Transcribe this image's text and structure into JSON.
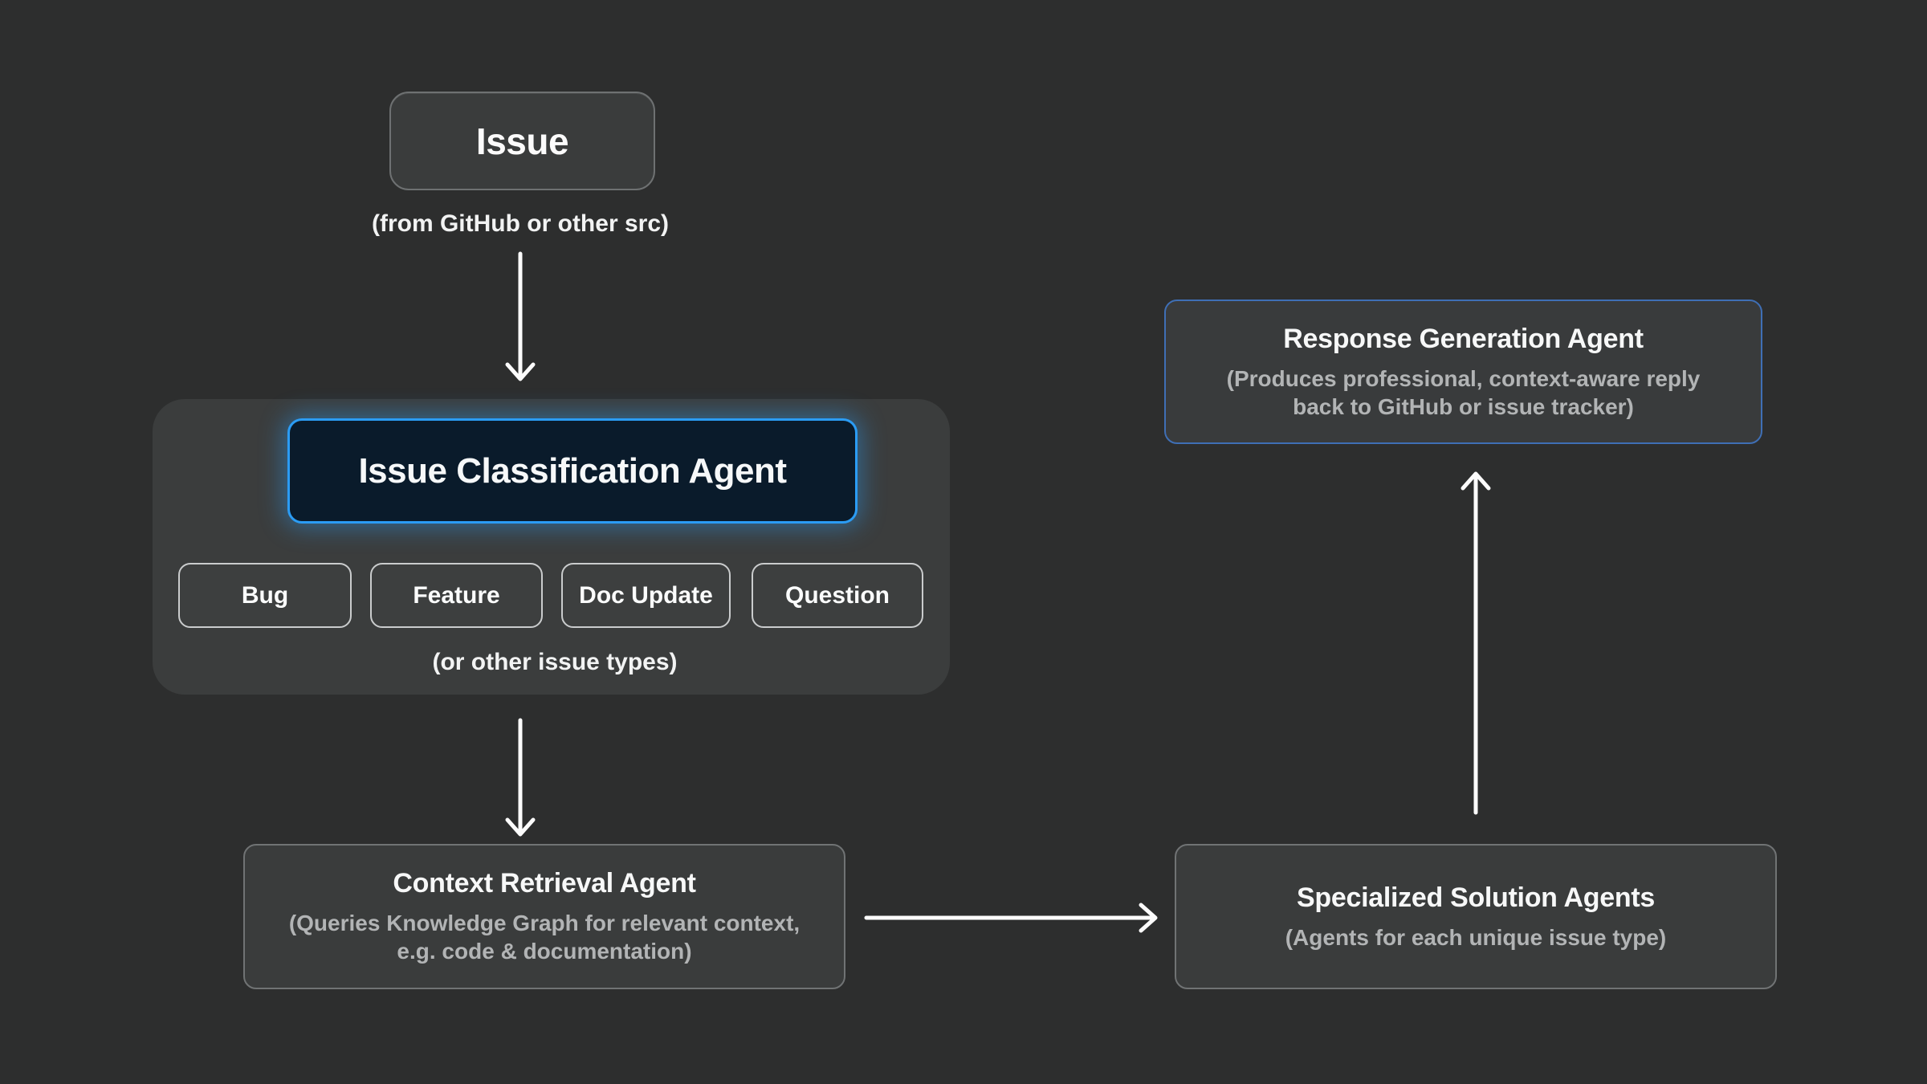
{
  "canvas": {
    "background": "#2d2e2e",
    "accent_blue": "#2b9cf4",
    "arrow_color": "#fcfcfc"
  },
  "issue": {
    "label": "Issue",
    "caption": "(from GitHub or other src)"
  },
  "classifier": {
    "title": "Issue Classification Agent",
    "types": [
      "Bug",
      "Feature",
      "Doc Update",
      "Question"
    ],
    "caption": "(or other issue types)"
  },
  "context_retrieval": {
    "title": "Context Retrieval Agent",
    "subtitle_lines": [
      "(Queries Knowledge Graph for relevant context,",
      "e.g. code & documentation)"
    ]
  },
  "specialized_solution": {
    "title": "Specialized Solution Agents",
    "subtitle_lines": [
      "(Agents for each unique issue type)"
    ]
  },
  "response_generation": {
    "title": "Response Generation Agent",
    "subtitle_lines": [
      "(Produces professional, context-aware reply",
      "back to GitHub or issue tracker)"
    ]
  }
}
